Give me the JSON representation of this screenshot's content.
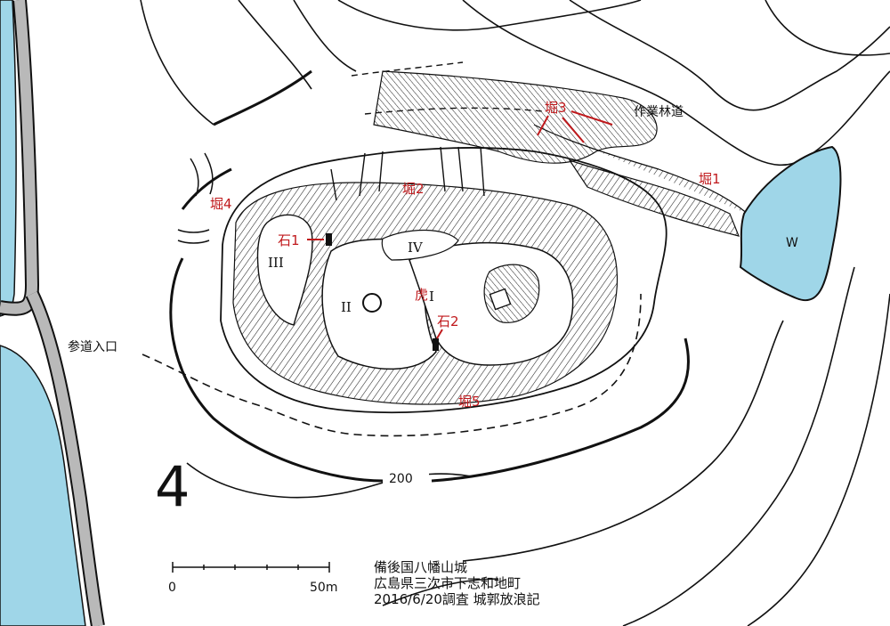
{
  "colors": {
    "water": "#9fd6e8",
    "road": "#b9b9b9",
    "line": "#111111",
    "accent_red": "#c0191c"
  },
  "labels": {
    "horikiri_1": "堀1",
    "horikiri_2": "堀2",
    "horikiri_3": "堀3",
    "horikiri_4": "堀4",
    "horikiri_5": "堀5",
    "stone_1": "石1",
    "stone_2": "石2",
    "gate": "虎",
    "work_road": "作業林道",
    "approach_entrance": "参道入口",
    "pond": "W",
    "contour": "200"
  },
  "enclosures": {
    "I": "I",
    "II": "II",
    "III": "III",
    "IV": "IV"
  },
  "scale": {
    "start": "0",
    "end": "50m"
  },
  "north_mark": "4",
  "title": {
    "line1": "備後国八幡山城",
    "line2": "広島県三次市下志和地町",
    "line3": "2016/6/20調査 城郭放浪記"
  }
}
